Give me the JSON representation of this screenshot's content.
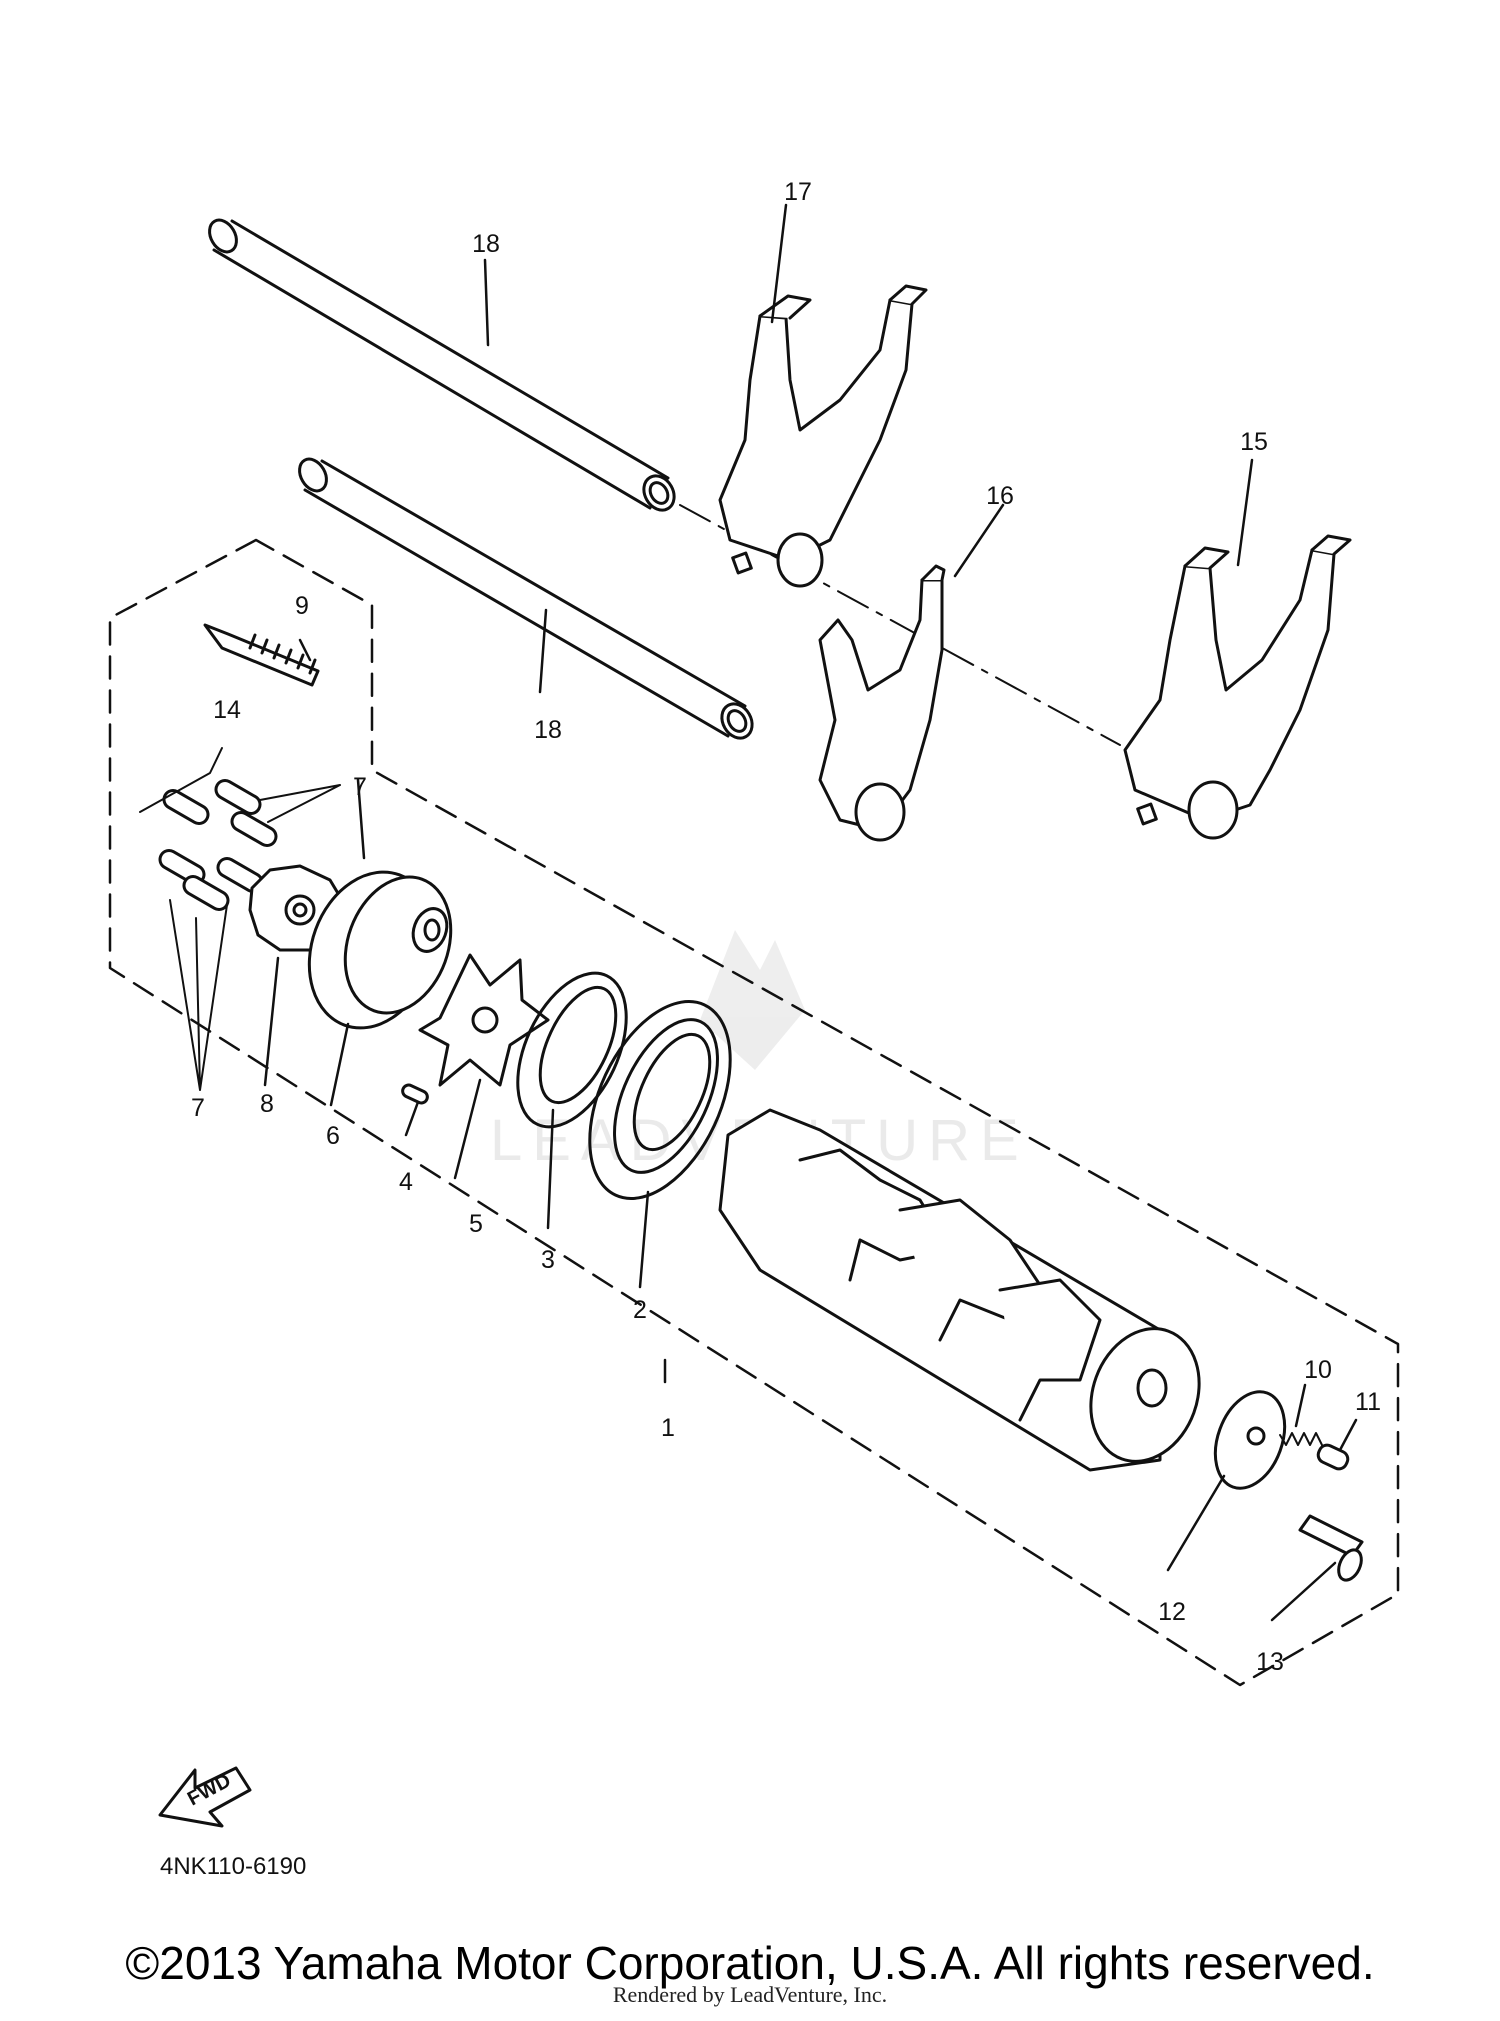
{
  "diagram": {
    "part_code": "4NK110-6190",
    "fwd_label": "FWD",
    "callouts": [
      "1",
      "2",
      "3",
      "4",
      "5",
      "6",
      "7",
      "7",
      "8",
      "9",
      "10",
      "11",
      "12",
      "13",
      "14",
      "15",
      "16",
      "17",
      "18",
      "18"
    ]
  },
  "watermark": {
    "text": "LEADVENTURE"
  },
  "footer": {
    "copyright": "©2013 Yamaha Motor Corporation, U.S.A. All rights reserved.",
    "rendered_by": "Rendered by LeadVenture, Inc."
  }
}
